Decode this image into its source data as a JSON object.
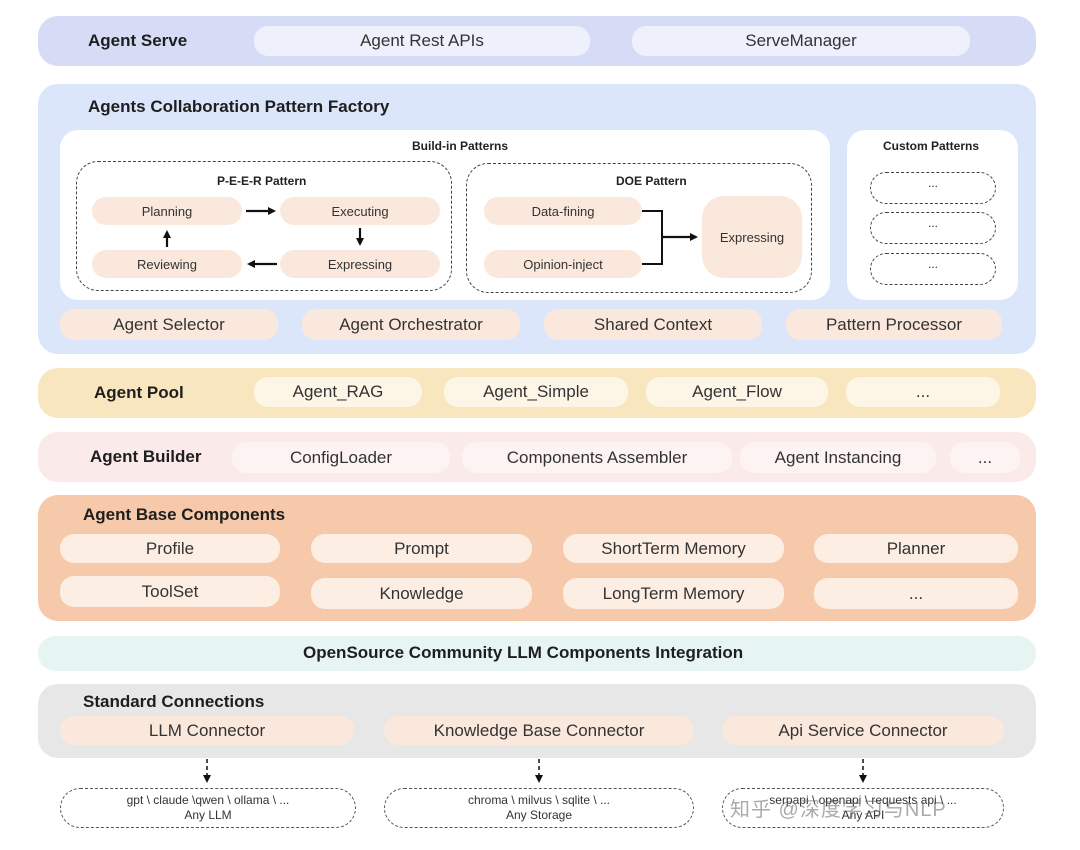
{
  "agent_serve": {
    "title": "Agent Serve",
    "items": [
      "Agent Rest APIs",
      "ServeManager"
    ]
  },
  "factory": {
    "title": "Agents Collaboration Pattern Factory",
    "builtin_title": "Build-in Patterns",
    "peer": {
      "title": "P-E-E-R Pattern",
      "planning": "Planning",
      "executing": "Executing",
      "reviewing": "Reviewing",
      "expressing": "Expressing"
    },
    "doe": {
      "title": "DOE Pattern",
      "data_fining": "Data-fining",
      "opinion_inject": "Opinion-inject",
      "expressing": "Expressing"
    },
    "custom": {
      "title": "Custom Patterns",
      "items": [
        "...",
        "...",
        "..."
      ]
    },
    "bottom": [
      "Agent Selector",
      "Agent Orchestrator",
      "Shared Context",
      "Pattern Processor"
    ]
  },
  "agent_pool": {
    "title": "Agent Pool",
    "items": [
      "Agent_RAG",
      "Agent_Simple",
      "Agent_Flow",
      "..."
    ]
  },
  "agent_builder": {
    "title": "Agent Builder",
    "items": [
      "ConfigLoader",
      "Components Assembler",
      "Agent Instancing",
      "..."
    ]
  },
  "base_components": {
    "title": "Agent Base Components",
    "row1": [
      "Profile",
      "Prompt",
      "ShortTerm Memory",
      "Planner"
    ],
    "row2": [
      "ToolSet",
      "Knowledge",
      "LongTerm Memory",
      "..."
    ]
  },
  "opensource": {
    "title": "OpenSource Community LLM Components Integration"
  },
  "connections": {
    "title": "Standard Connections",
    "items": [
      "LLM Connector",
      "Knowledge Base Connector",
      "Api Service Connector"
    ]
  },
  "targets": [
    {
      "line1": "gpt \\ claude \\qwen \\ ollama \\ ...",
      "line2": "Any LLM"
    },
    {
      "line1": "chroma \\ milvus \\ sqlite \\ ...",
      "line2": "Any Storage"
    },
    {
      "line1": "serpapi \\ openapi \\ requests api \\ ...",
      "line2": "Any API"
    }
  ],
  "watermark": "知乎 @深度学习与NLP",
  "colors": {
    "serve": "#d6dcf5",
    "factory": "#dce6fa",
    "pool": "#f8e6bf",
    "builder": "#fbeaea",
    "base": "#f6c9ab",
    "opensource": "#e6f4f2",
    "connections": "#e7e7e7"
  }
}
